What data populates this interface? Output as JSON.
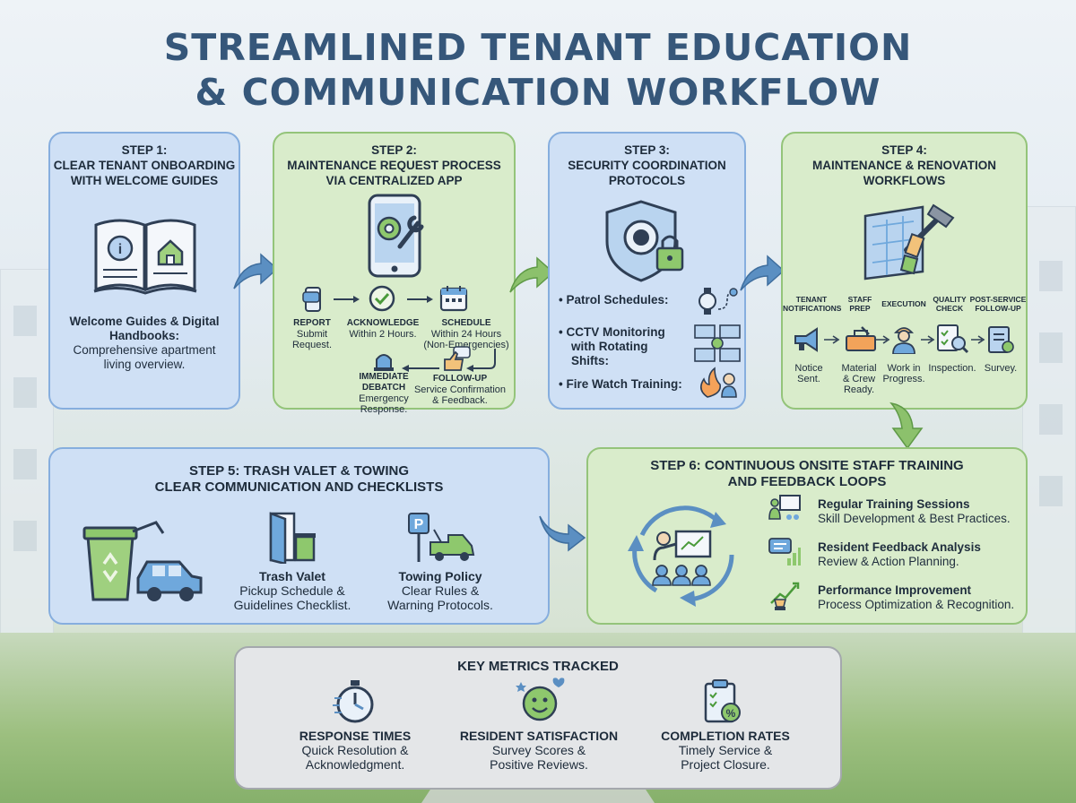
{
  "title_line1": "STREAMLINED TENANT EDUCATION",
  "title_line2": "& COMMUNICATION WORKFLOW",
  "colors": {
    "blue_card": "#cfe0f5",
    "green_card": "#d9eccb",
    "gray_card": "#e4e6e8",
    "title": "#36577a",
    "arrow": "#4d7fb0"
  },
  "step1": {
    "label": "STEP 1:",
    "heading_line1": "CLEAR TENANT ONBOARDING",
    "heading_line2": "WITH WELCOME GUIDES",
    "icon": "open-handbook-icon",
    "bold_text_line1": "Welcome Guides & Digital",
    "bold_text_line2": "Handbooks:",
    "desc_line1": "Comprehensive apartment",
    "desc_line2": "living overview."
  },
  "step2": {
    "label": "STEP 2:",
    "heading_line1": "MAINTENANCE REQUEST PROCESS",
    "heading_line2": "VIA CENTRALIZED APP",
    "icon": "phone-gear-wrench-icon",
    "flow": [
      {
        "title": "REPORT",
        "line1": "Submit",
        "line2": "Request.",
        "icon": "chat-phone-icon"
      },
      {
        "title": "ACKNOWLEDGE",
        "line1": "Within 2 Hours.",
        "line2": "",
        "icon": "check-clock-icon"
      },
      {
        "title": "SCHEDULE",
        "line1": "Within 24 Hours",
        "line2": "(Non-Emergencies)",
        "icon": "calendar-icon"
      },
      {
        "title": "FOLLOW-UP",
        "line1": "Service Confirmation",
        "line2": "& Feedback.",
        "icon": "thumbs-up-chat-icon"
      },
      {
        "title_line1": "IMMEDIATE",
        "title_line2": "DEBATCH",
        "line1": "Emergency",
        "line2": "Response.",
        "icon": "siren-icon"
      }
    ]
  },
  "step3": {
    "label": "STEP 3:",
    "heading_line1": "SECURITY COORDINATION",
    "heading_line2": "PROTOCOLS",
    "icon": "shield-camera-lock-icon",
    "items": [
      {
        "line1": "Patrol Schedules:",
        "line2": "",
        "line3": "",
        "icon": "watch-route-icon"
      },
      {
        "line1": "CCTV Monitoring",
        "line2": "with Rotating",
        "line3": "Shifts:",
        "icon": "monitors-icon"
      },
      {
        "line1": "Fire Watch Training:",
        "line2": "",
        "line3": "",
        "icon": "fire-guard-icon"
      }
    ]
  },
  "step4": {
    "label": "STEP 4:",
    "heading_line1": "MAINTENANCE & RENOVATION",
    "heading_line2": "WORKFLOWS",
    "icon": "blueprint-hammer-brush-icon",
    "phases": [
      {
        "title_line1": "TENANT",
        "title_line2": "NOTIFICATIONS",
        "desc_line1": "Notice",
        "desc_line2": "Sent.",
        "desc_line3": "",
        "icon": "megaphone-icon"
      },
      {
        "title_line1": "STAFF",
        "title_line2": "PREP",
        "desc_line1": "Material",
        "desc_line2": "& Crew",
        "desc_line3": "Ready.",
        "icon": "toolbox-icon"
      },
      {
        "title_line1": "EXECUTION",
        "title_line2": "",
        "desc_line1": "Work in",
        "desc_line2": "Progress.",
        "desc_line3": "",
        "icon": "worker-icon"
      },
      {
        "title_line1": "QUALITY",
        "title_line2": "CHECK",
        "desc_line1": "Inspection.",
        "desc_line2": "",
        "desc_line3": "",
        "icon": "checklist-magnifier-icon"
      },
      {
        "title_line1": "POST-SERVICE",
        "title_line2": "FOLLOW-UP",
        "desc_line1": "Survey.",
        "desc_line2": "",
        "desc_line3": "",
        "icon": "survey-icon"
      }
    ]
  },
  "step5": {
    "heading_line1": "STEP 5: TRASH VALET & TOWING",
    "heading_line2": "CLEAR COMMUNICATION AND CHECKLISTS",
    "icon": "recycle-bin-car-icon",
    "items": [
      {
        "title": "Trash Valet",
        "line1": "Pickup Schedule &",
        "line2": "Guidelines Checklist.",
        "icon": "door-bin-icon"
      },
      {
        "title": "Towing Policy",
        "line1": "Clear Rules &",
        "line2": "Warning Protocols.",
        "icon": "parking-tow-truck-icon"
      }
    ]
  },
  "step6": {
    "heading_line1": "STEP 6: CONTINUOUS ONSITE STAFF TRAINING",
    "heading_line2": "AND FEEDBACK LOOPS",
    "icon": "training-cycle-icon",
    "items": [
      {
        "title": "Regular Training Sessions",
        "desc": "Skill Development & Best Practices.",
        "icon": "presenter-icon"
      },
      {
        "title": "Resident Feedback Analysis",
        "desc": "Review & Action Planning.",
        "icon": "feedback-chart-icon"
      },
      {
        "title": "Performance Improvement",
        "desc": "Process Optimization & Recognition.",
        "icon": "trophy-growth-icon"
      }
    ]
  },
  "metrics": {
    "heading": "KEY METRICS TRACKED",
    "items": [
      {
        "title": "RESPONSE TIMES",
        "line1": "Quick Resolution &",
        "line2": "Acknowledgment.",
        "icon": "stopwatch-icon"
      },
      {
        "title": "RESIDENT SATISFACTION",
        "line1": "Survey Scores &",
        "line2": "Positive Reviews.",
        "icon": "smiley-stars-icon"
      },
      {
        "title": "COMPLETION RATES",
        "line1": "Timely Service &",
        "line2": "Project Closure.",
        "icon": "clipboard-percent-icon"
      }
    ]
  }
}
